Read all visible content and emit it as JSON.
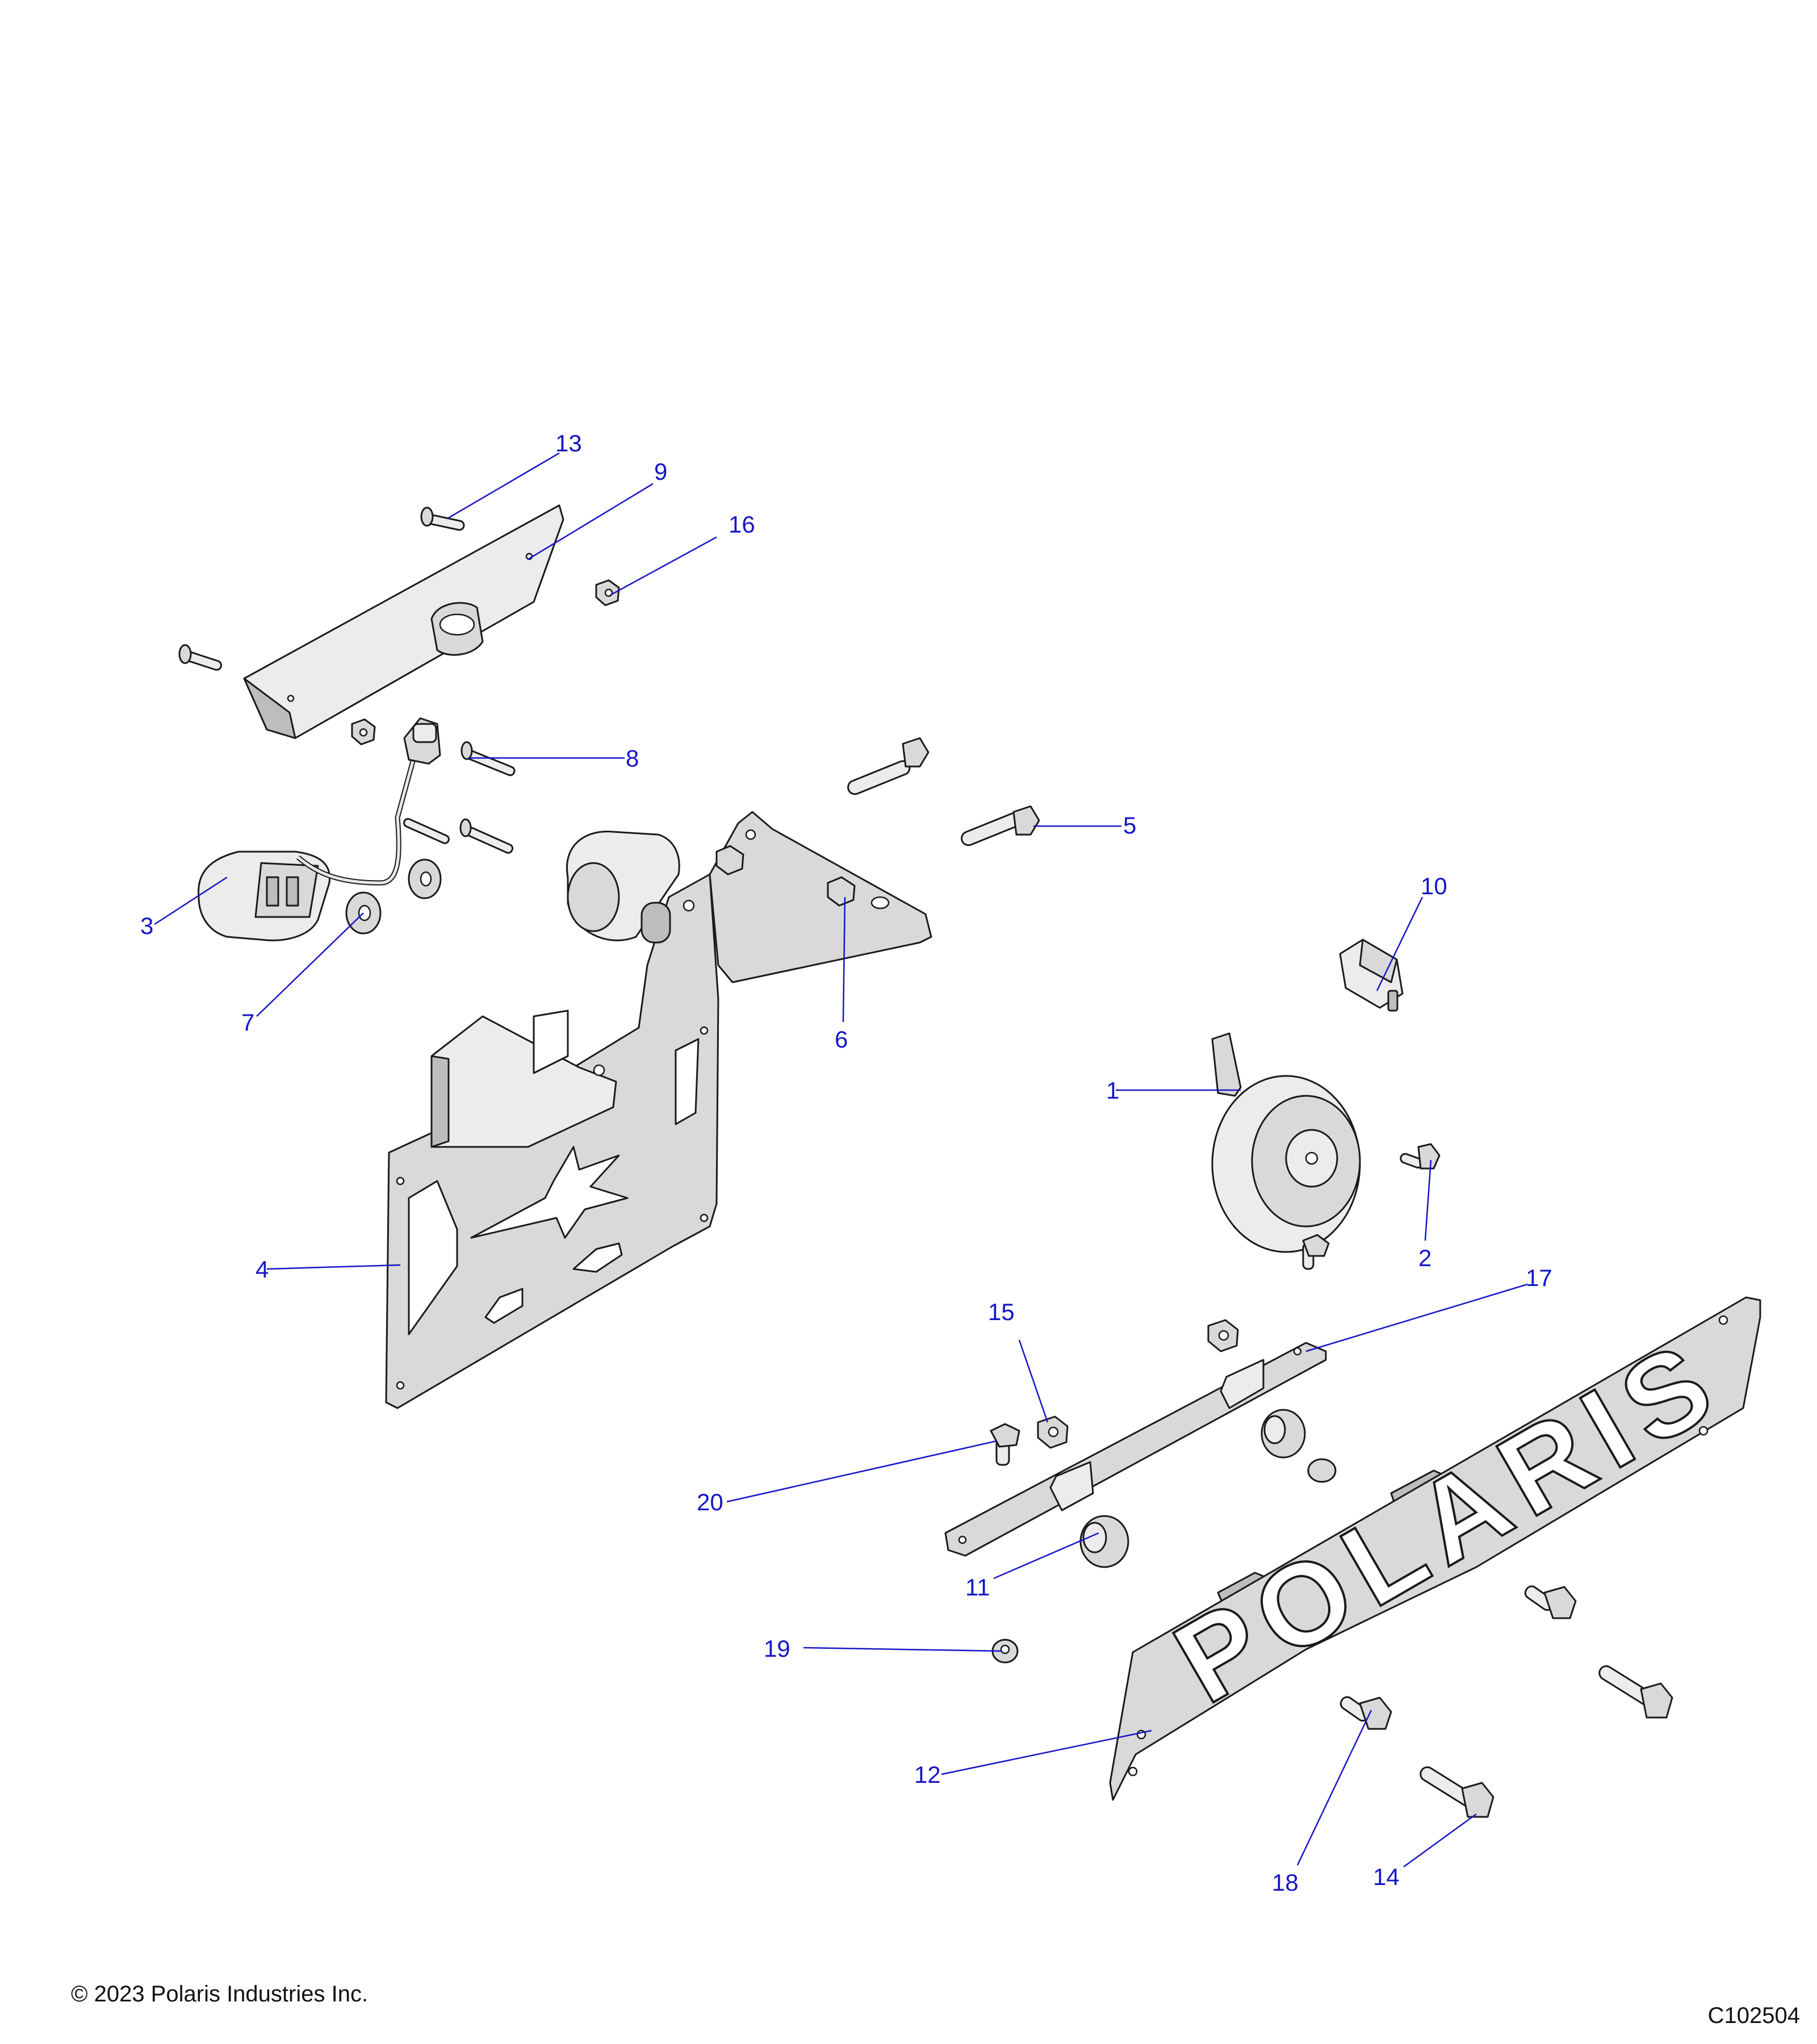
{
  "footer": {
    "copyright": "© 2023 Polaris Industries Inc.",
    "figure_id": "C102504"
  },
  "plate_text": "POLARIS",
  "colors": {
    "callout": "#1515c8",
    "part_fill": "#d9d9d9",
    "outline": "#1a1a1a"
  },
  "callouts": [
    {
      "label": "1"
    },
    {
      "label": "2"
    },
    {
      "label": "3"
    },
    {
      "label": "4"
    },
    {
      "label": "5"
    },
    {
      "label": "6"
    },
    {
      "label": "7"
    },
    {
      "label": "8"
    },
    {
      "label": "9"
    },
    {
      "label": "10"
    },
    {
      "label": "11"
    },
    {
      "label": "12"
    },
    {
      "label": "13"
    },
    {
      "label": "14"
    },
    {
      "label": "15"
    },
    {
      "label": "16"
    },
    {
      "label": "17"
    },
    {
      "label": "18"
    },
    {
      "label": "19"
    },
    {
      "label": "20"
    }
  ]
}
